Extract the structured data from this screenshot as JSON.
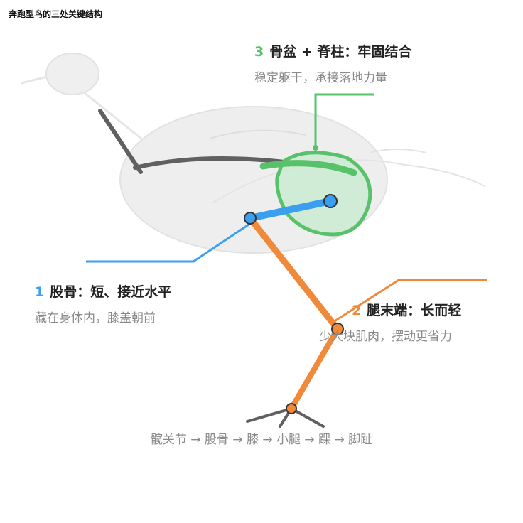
{
  "title": "奔跑型鸟的三处关键结构",
  "labels": {
    "pelvis": {
      "number": "3",
      "title": "骨盆 + 脊柱：牢固结合",
      "desc": "稳定躯干，承接落地力量"
    },
    "femur": {
      "number": "1",
      "title": "股骨：短、接近水平",
      "desc": "藏在身体内，膝盖朝前"
    },
    "tibia": {
      "number": "2",
      "title": "腿末端：长而轻",
      "desc": "少大块肌肉，摆动更省力"
    }
  },
  "chain": "髋关节 → 股骨 → 膝 → 小腿 → 踝 → 脚趾",
  "icons": [
    "hip-joint-marker",
    "knee-joint-marker",
    "ankle-joint-marker",
    "foot-toes"
  ],
  "colors": {
    "pelvis": "#58c26b",
    "femur": "#3a9ff0",
    "tibia": "#f08a3a",
    "spine": "#606060",
    "silhouette": "#e2e2e2"
  }
}
